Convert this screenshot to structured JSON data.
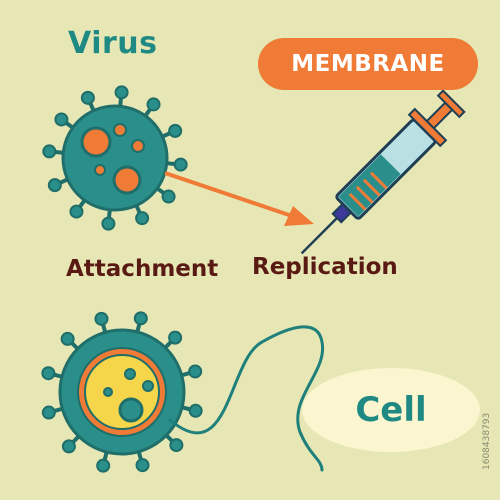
{
  "labels": {
    "virus": "Virus",
    "membrane": "MEMBRANE",
    "attachment": "Attachment",
    "replication": "Replication",
    "cell": "Cell"
  },
  "watermark": "1608438793",
  "colors": {
    "background": "#e6e7b5",
    "teal": "#2a8f8a",
    "teal_dark": "#1f6e6a",
    "orange": "#ef7b36",
    "dark_red": "#5a1a14",
    "cell_yellow": "#f5d64a",
    "bubble": "#fbf6cf"
  },
  "icons": [
    "virus-icon",
    "arrow-icon",
    "syringe-icon",
    "cell-icon",
    "tail-line"
  ]
}
